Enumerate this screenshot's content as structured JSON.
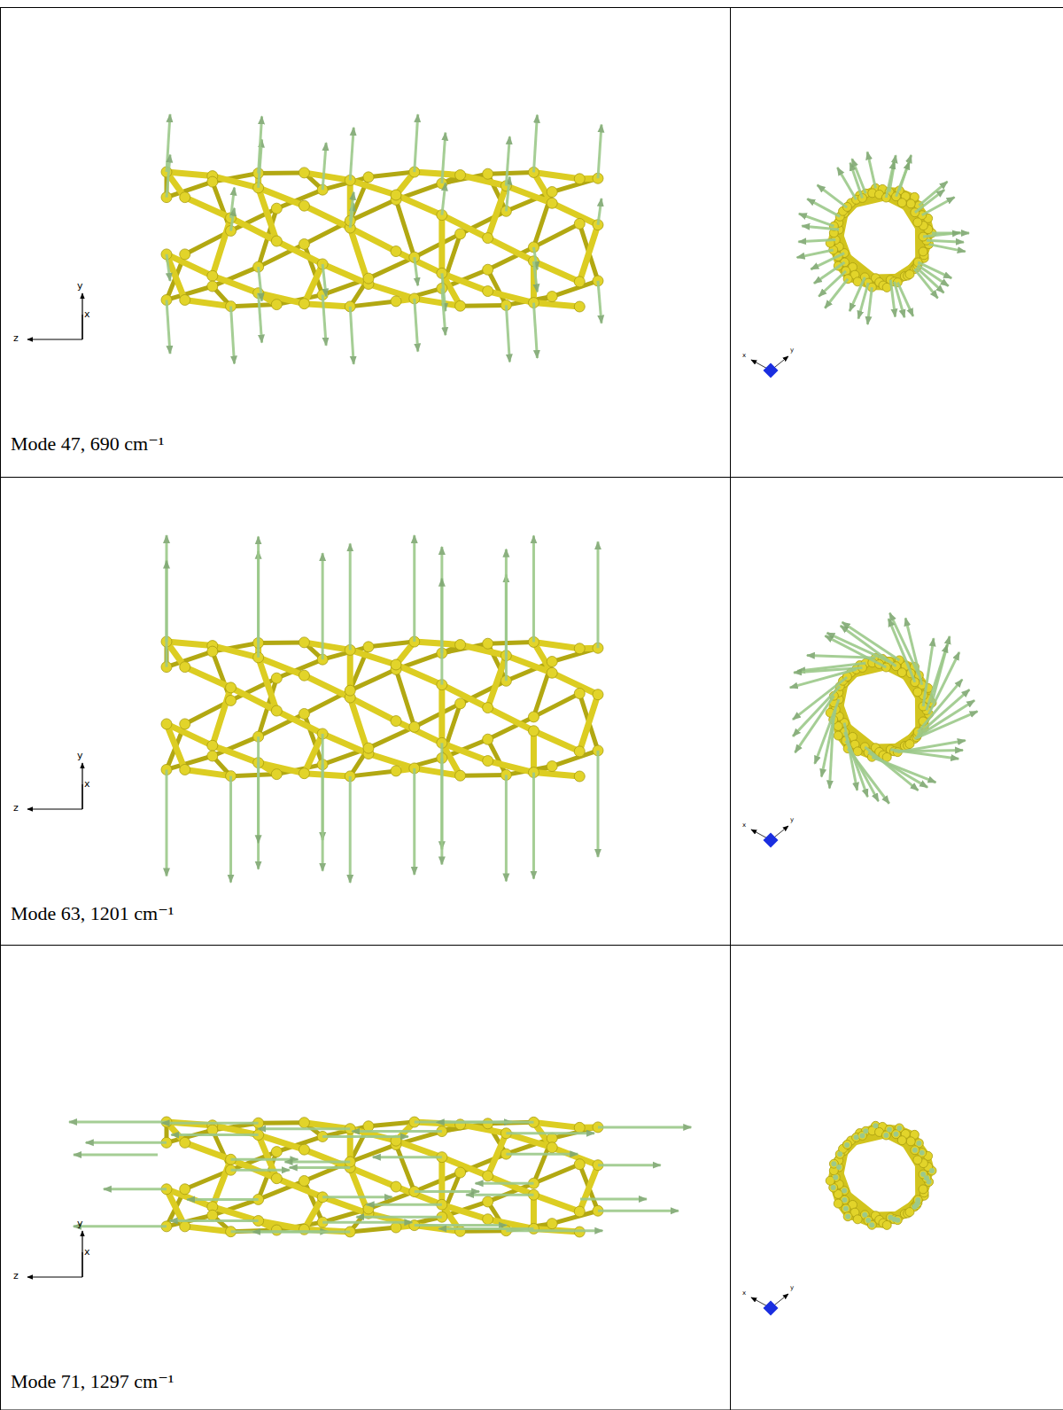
{
  "diagram": {
    "labels": [
      "y",
      "x",
      "z",
      "x",
      "y",
      "Mode 47, 690 cm⁻¹",
      "y",
      "x",
      "z",
      "x",
      "y",
      "Mode 63, 1201 cm⁻¹",
      "y",
      "x",
      "z",
      "x",
      "y",
      "Mode 71, 1297 cm⁻¹"
    ]
  }
}
